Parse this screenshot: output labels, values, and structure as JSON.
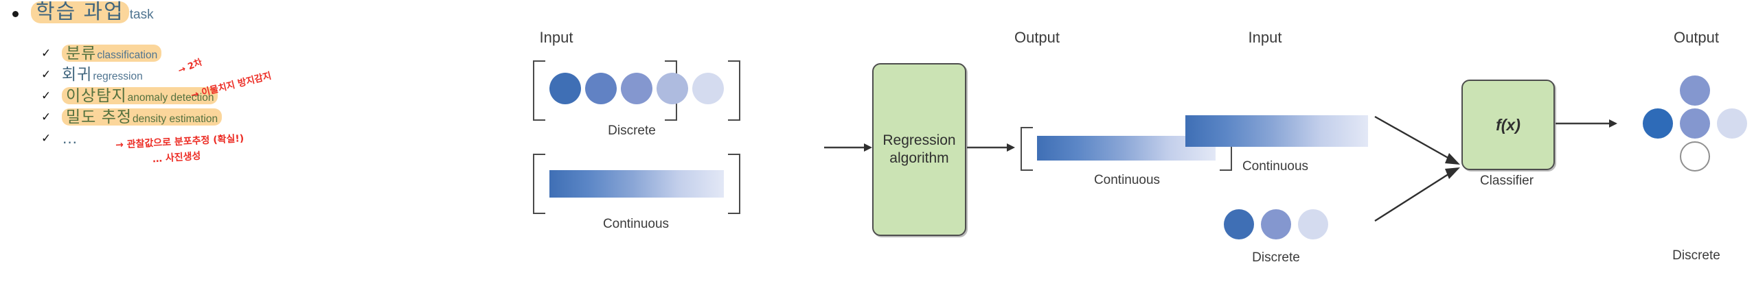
{
  "slide": {
    "bullet": {
      "kr": "학습 과업",
      "en": "task"
    },
    "items": [
      {
        "kr": "분류",
        "en": "classification",
        "highlight": true,
        "en_in_highlight": true
      },
      {
        "kr": "회귀",
        "en": "regression",
        "highlight": false,
        "en_in_highlight": false
      },
      {
        "kr": "이상탐지",
        "en": "anomaly detection",
        "highlight": true,
        "en_in_highlight": true
      },
      {
        "kr": "밀도 추정",
        "en": "density estimation",
        "highlight": true,
        "en_in_highlight": true
      },
      {
        "kr": "…",
        "en": "",
        "highlight": false,
        "en_in_highlight": false
      }
    ],
    "annotations": [
      {
        "name": "regression-note",
        "text": "→ 2차"
      },
      {
        "name": "anomaly-note",
        "text": "→ 이물치지 방지감지"
      },
      {
        "name": "density-note",
        "text": "→ 관찰값으로 분포추정 (확실!)"
      },
      {
        "name": "generation-note",
        "text": "… 사진생성"
      }
    ]
  },
  "diagrams": [
    {
      "name": "regression-diagram",
      "input_label": "Input",
      "output_label": "Output",
      "input_groups": [
        {
          "caption": "Discrete",
          "kind": "dots",
          "count": 5
        },
        {
          "caption": "Continuous",
          "kind": "gradient"
        }
      ],
      "process": {
        "title_lines": [
          "Regression",
          "algorithm"
        ],
        "caption": ""
      },
      "output_groups": [
        {
          "caption": "Continuous",
          "kind": "gradient"
        }
      ]
    },
    {
      "name": "classifier-diagram",
      "input_label": "Input",
      "output_label": "Output",
      "input_groups": [
        {
          "caption": "Continuous",
          "kind": "gradient"
        },
        {
          "caption": "Discrete",
          "kind": "dots",
          "count": 3
        }
      ],
      "process": {
        "title_lines": [
          "f(x)"
        ],
        "caption": "Classifier"
      },
      "output_groups": [
        {
          "caption": "Discrete",
          "kind": "dot-cluster",
          "count": 5
        }
      ]
    }
  ],
  "colors": {
    "highlight": "#fbd69b",
    "korean_text": "#41667e",
    "green_text": "#54713f",
    "annotation_red": "#ec2c24",
    "algo_box_fill": "#cbe3b4",
    "dot_dark": "#3f6fb5",
    "dot_light": "#dfe4f4"
  }
}
